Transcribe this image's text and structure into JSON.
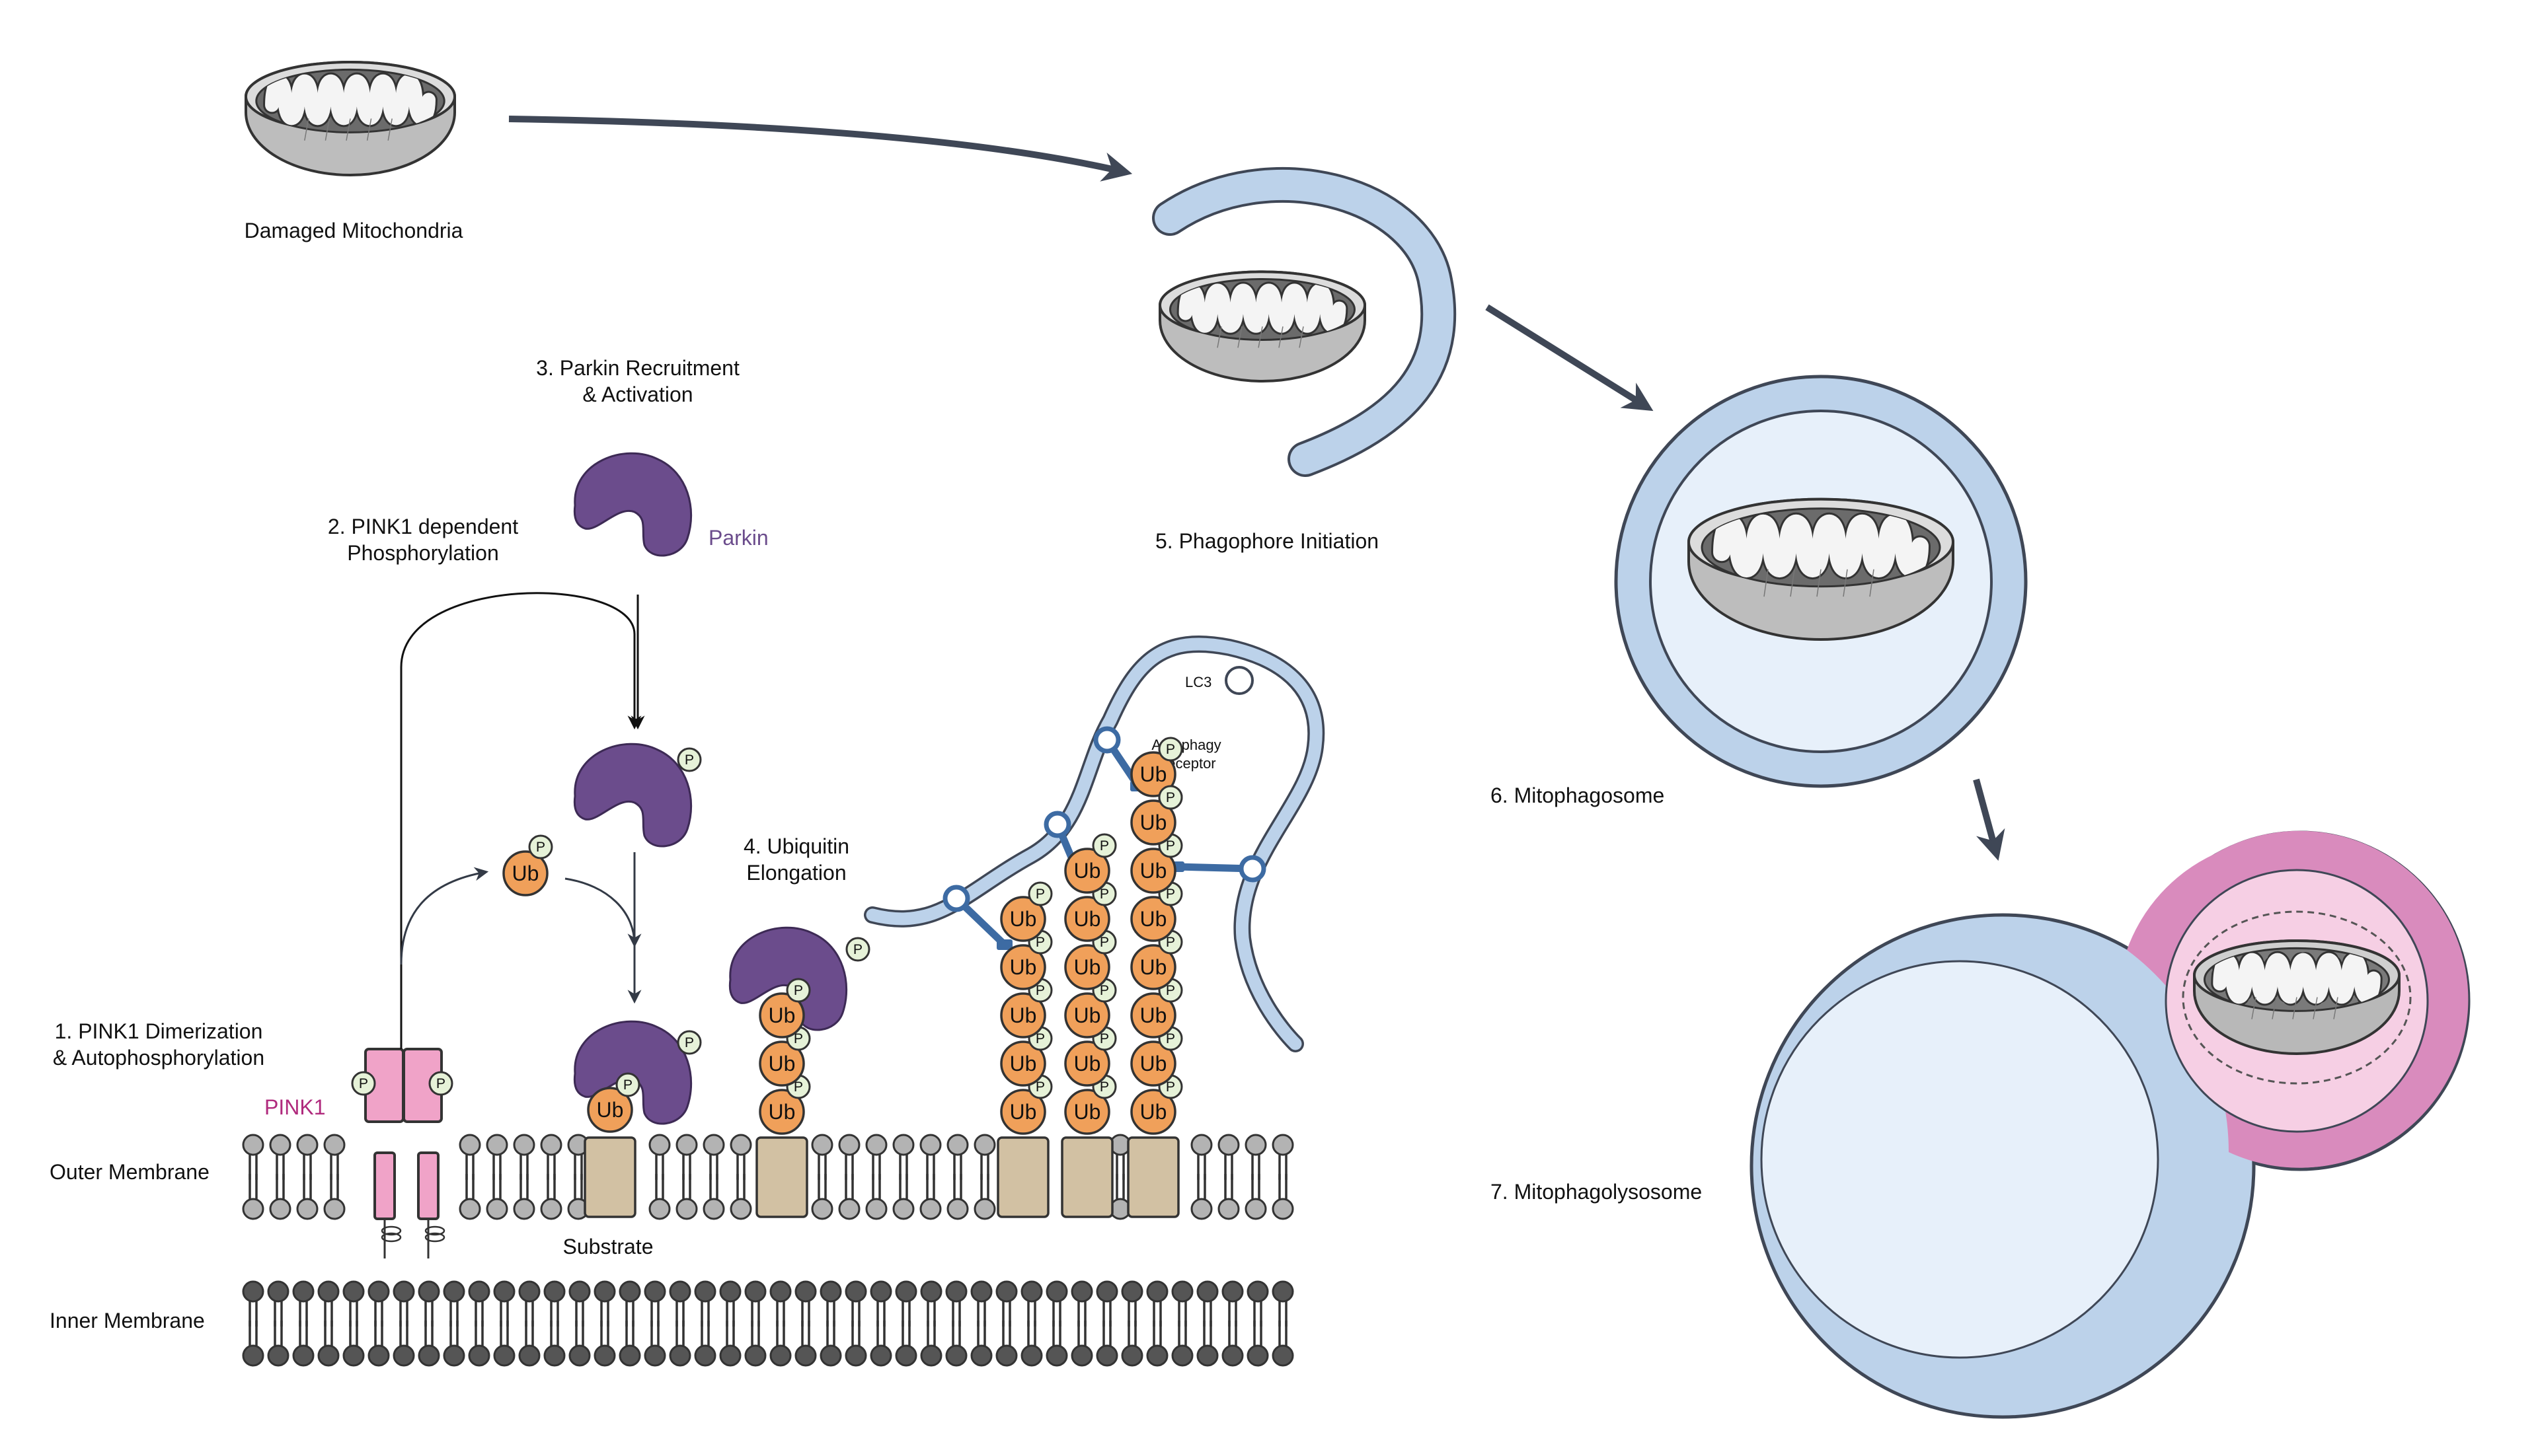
{
  "labels": {
    "damaged": "Damaged Mitochondria",
    "step3_line1": "3. Parkin Recruitment",
    "step3_line2": "& Activation",
    "parkin": "Parkin",
    "step2_line1": "2. PINK1 dependent",
    "step2_line2": "Phosphorylation",
    "step5": "5. Phagophore Initiation",
    "step6": "6. Mitophagosome",
    "step7": "7.  Mitophagolysosome",
    "step4_line1": "4. Ubiquitin",
    "step4_line2": "Elongation",
    "step1_line1": "1. PINK1 Dimerization",
    "step1_line2": "& Autophosphorylation",
    "pink1": "PINK1",
    "outer_membrane": "Outer Membrane",
    "inner_membrane": "Inner Membrane",
    "substrate": "Substrate",
    "lc3": "LC3",
    "receptor_line1": "Autophagy",
    "receptor_line2": "Receptor",
    "ub": "Ub",
    "p": "P"
  },
  "colors": {
    "parkin": "#6b4c8c",
    "pink1": "#f0a3c8",
    "pink1_label": "#b02a7d",
    "ubiquitin": "#f0a05a",
    "phospho": "#e6f2d8",
    "substrate": "#d2c1a3",
    "phagophore": "#bcd2ea",
    "receptor": "#3d6ba3",
    "arrow": "#3f4756",
    "lysosome_outer": "#d98bbd",
    "lysosome_inner": "#f6cfe4",
    "vesicle_inner": "#e7f0fa"
  }
}
